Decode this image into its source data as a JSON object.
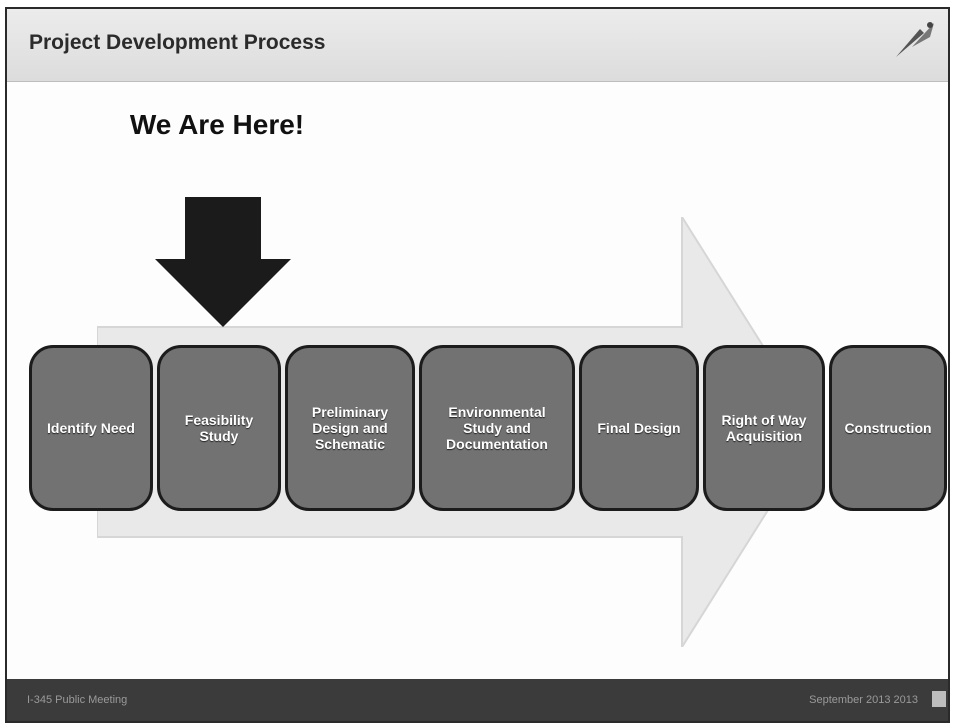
{
  "slide": {
    "title": "Project Development Process",
    "callout": "We Are Here!",
    "steps": [
      {
        "label": "Identify Need"
      },
      {
        "label": "Feasibility Study"
      },
      {
        "label": "Preliminary Design and Schematic"
      },
      {
        "label": "Environmental Study and Documentation"
      },
      {
        "label": "Final Design"
      },
      {
        "label": "Right of Way Acquisition"
      },
      {
        "label": "Construction"
      }
    ],
    "current_step_index": 1,
    "footer_left": "I-345 Public Meeting",
    "footer_right": "September 2013 2013"
  },
  "colors": {
    "step_fill": "#727272",
    "step_border": "#1c1c1c",
    "background_arrow": "#e9e9e9",
    "pointer_arrow": "#1b1b1b",
    "footer": "#3b3b3b"
  },
  "icons": {
    "logo": "agency-logo-icon",
    "pointer": "down-arrow-icon",
    "background": "process-arrow-shape"
  }
}
